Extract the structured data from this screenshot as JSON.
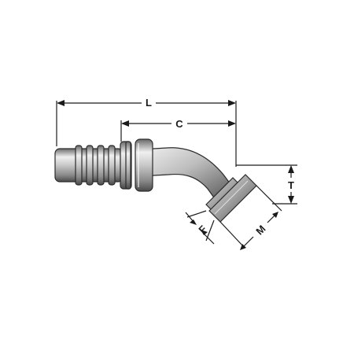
{
  "dimensions": {
    "L": "L",
    "C": "C",
    "T": "T",
    "M": "M",
    "F": "F"
  },
  "colors": {
    "line": "#1a1a1a",
    "metal_dark": "#5a5a5a",
    "metal_mid": "#a8a8a8",
    "metal_light": "#e8e8e8"
  }
}
